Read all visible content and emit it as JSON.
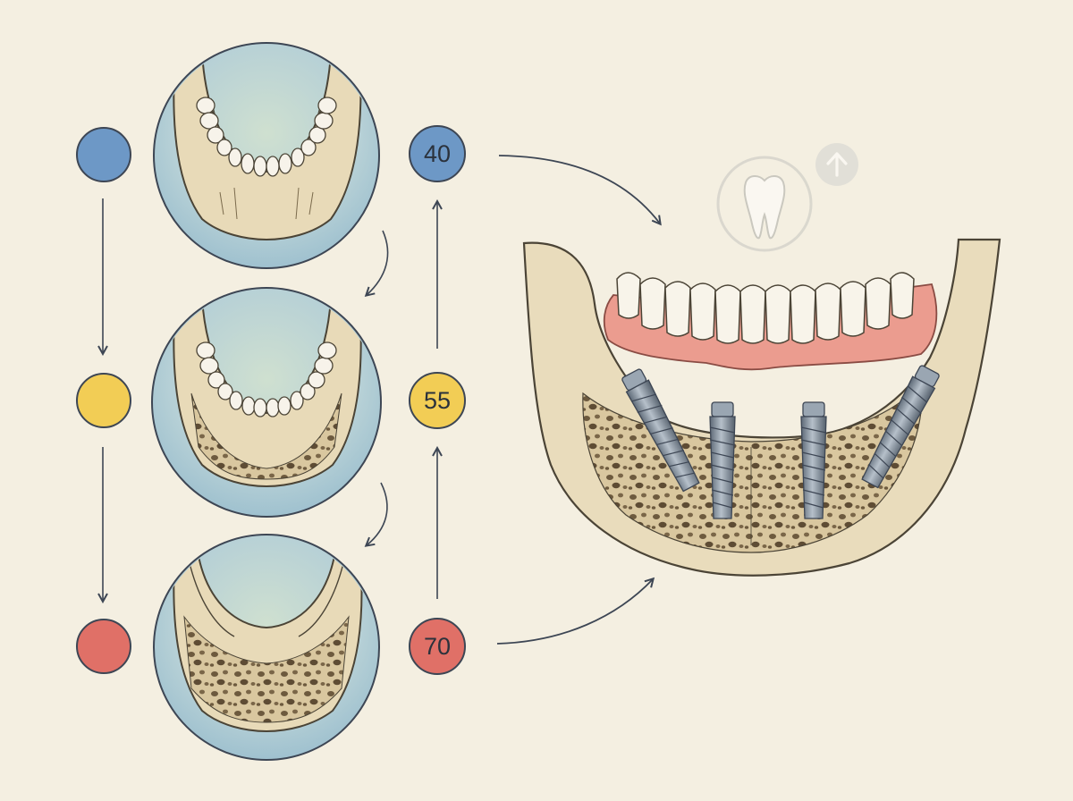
{
  "colors": {
    "background": "#f4efe1",
    "blue": "#6d98c6",
    "yellow": "#f2cd55",
    "red": "#e07067",
    "ink": "#3d4654",
    "bone": "#e9dcbc",
    "gum": "#eb9c8f",
    "titanium": "#7a8896"
  },
  "stages": [
    {
      "color_key": "blue",
      "label": "40",
      "illustration": "full-teeth-jaw"
    },
    {
      "color_key": "yellow",
      "label": "55",
      "illustration": "worn-teeth-jaw"
    },
    {
      "color_key": "red",
      "label": "70",
      "illustration": "toothless-jaw"
    }
  ],
  "result": {
    "illustration": "implant-supported-denture",
    "implant_count": 4,
    "icons": [
      "tooth-icon",
      "up-arrow-icon"
    ]
  }
}
